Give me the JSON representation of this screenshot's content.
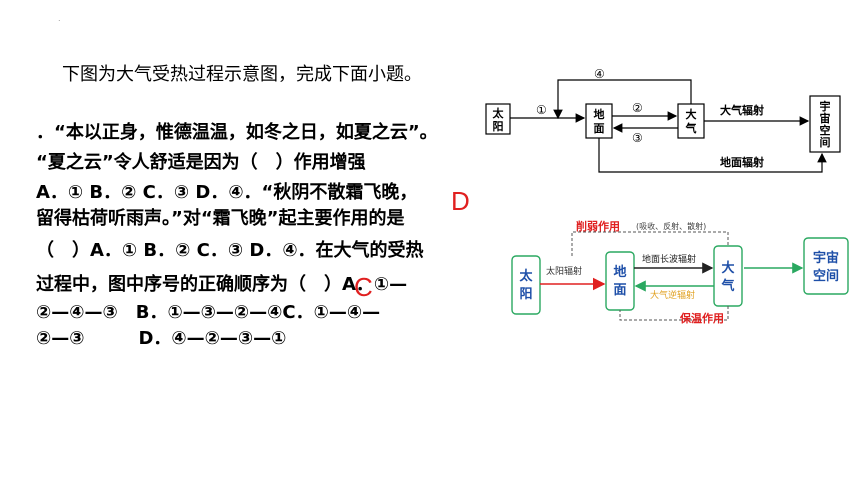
{
  "dot": ".",
  "intro": "下图为大气受热过程示意图，完成下面小题。",
  "question_lines": [
    "．“本以正身，惟德温温，如冬之日，如夏之云”。",
    "“夏之云”令人舒适是因为（　）作用增强",
    "A．① B．② C．③ D．④．“秋阴不散霜飞晚，",
    "留得枯荷听雨声。”对“霜飞晚”起主要作用的是",
    "（　）A．① B．② C．③ D．④．在大气的受热",
    "过程中，图中序号的正确顺序为（　）A．①—",
    "②—④—③　B．①—③—②—④C．①—④—",
    "②—③　　　D．④—②—③—①"
  ],
  "answers": {
    "q2": "D",
    "q3": "C"
  },
  "diagram1": {
    "sun": "太阳",
    "ground": "地面",
    "atmosphere": "大气",
    "space": "宇宙空间",
    "n1": "①",
    "n2": "②",
    "n3": "③",
    "n4": "④",
    "atm_radiation": "大气辐射",
    "ground_radiation": "地面辐射"
  },
  "diagram2": {
    "weakening": "削弱作用",
    "weakening_detail": "(吸收、反射、散射)",
    "sun": "太阳",
    "solar_radiation": "太阳辐射",
    "ground": "地面",
    "longwave": "地面长波辐射",
    "counter": "大气逆辐射",
    "atmosphere": "大气",
    "insulation": "保温作用",
    "space": "宇宙空间"
  }
}
